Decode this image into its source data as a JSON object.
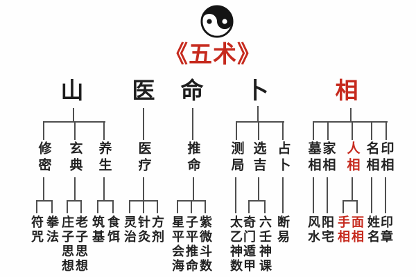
{
  "title": "《五术》",
  "symbol": "yin-yang",
  "colors": {
    "accent_red": "#c62a1e",
    "ink": "#1d1d1d",
    "line": "#4e4e4e",
    "background": "#fefefe"
  },
  "arts": [
    {
      "label": "山",
      "red": false,
      "children": [
        {
          "label": "修密",
          "children": [
            {
              "label": "符咒"
            },
            {
              "label": "拳法"
            }
          ]
        },
        {
          "label": "玄典",
          "children": [
            {
              "label": "庄子思想"
            },
            {
              "label": "老子思想"
            }
          ]
        },
        {
          "label": "养生",
          "children": [
            {
              "label": "筑基"
            },
            {
              "label": "食饵"
            }
          ]
        }
      ]
    },
    {
      "label": "医",
      "red": false,
      "children": [
        {
          "label": "医疗",
          "children": [
            {
              "label": "灵治"
            },
            {
              "label": "针灸"
            },
            {
              "label": "方剂"
            }
          ]
        }
      ]
    },
    {
      "label": "命",
      "red": false,
      "children": [
        {
          "label": "推命",
          "children": [
            {
              "label": "星平会海"
            },
            {
              "label": "子平推命"
            },
            {
              "label": "紫微斗数"
            }
          ]
        }
      ]
    },
    {
      "label": "卜",
      "red": false,
      "children": [
        {
          "label": "测局",
          "children": [
            {
              "label": "太乙神数"
            }
          ]
        },
        {
          "label": "选吉",
          "children": [
            {
              "label": "奇门遁甲"
            },
            {
              "label": "六壬神课"
            }
          ]
        },
        {
          "label": "占卜",
          "children": [
            {
              "label": "断易"
            }
          ]
        }
      ]
    },
    {
      "label": "相",
      "red": true,
      "children": [
        {
          "label": "墓相",
          "children": [
            {
              "label": "风水"
            }
          ]
        },
        {
          "label": "家相",
          "children": [
            {
              "label": "阳宅"
            }
          ]
        },
        {
          "label": "人相",
          "red": true,
          "children": [
            {
              "label": "手相",
              "red": true
            },
            {
              "label": "面相",
              "red": true
            }
          ]
        },
        {
          "label": "名相",
          "children": [
            {
              "label": "姓名"
            }
          ]
        },
        {
          "label": "印相",
          "children": [
            {
              "label": "印章"
            }
          ]
        }
      ]
    }
  ]
}
